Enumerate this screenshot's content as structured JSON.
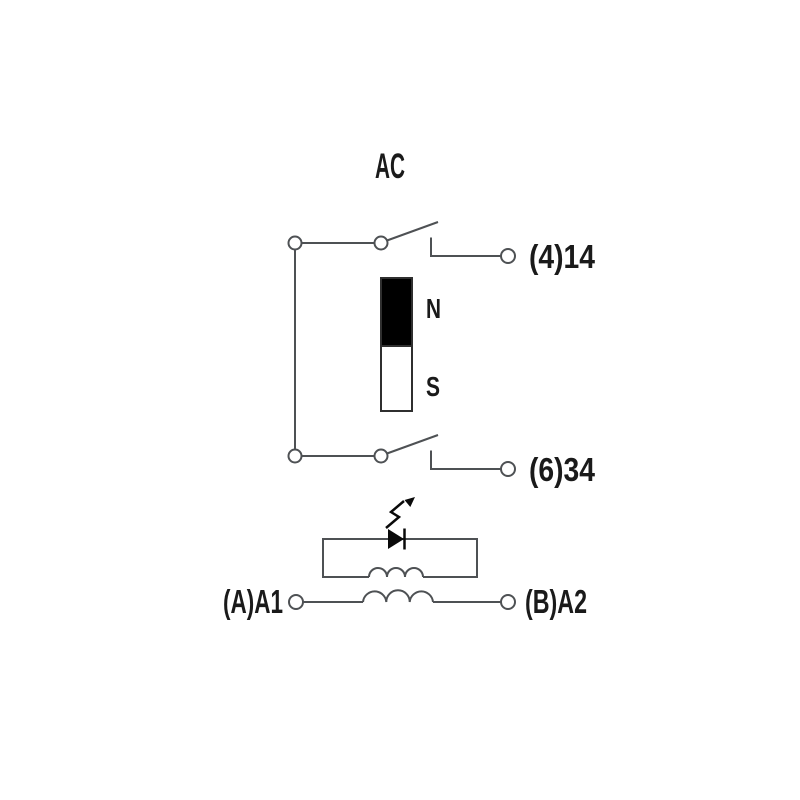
{
  "diagram": {
    "title": "AC",
    "top_contact": {
      "terminal_label": "(4)14"
    },
    "bottom_contact": {
      "terminal_label": "(6)34"
    },
    "magnet": {
      "north_label": "N",
      "south_label": "S"
    },
    "coil": {
      "left_terminal_label": "(A)A1",
      "right_terminal_label": "(B)A2"
    },
    "colors": {
      "line": "#4e5154",
      "text": "#1a1a1a",
      "symbol": "#0a0a0a",
      "magnet_fill": "#000000",
      "background": "#ffffff"
    }
  }
}
